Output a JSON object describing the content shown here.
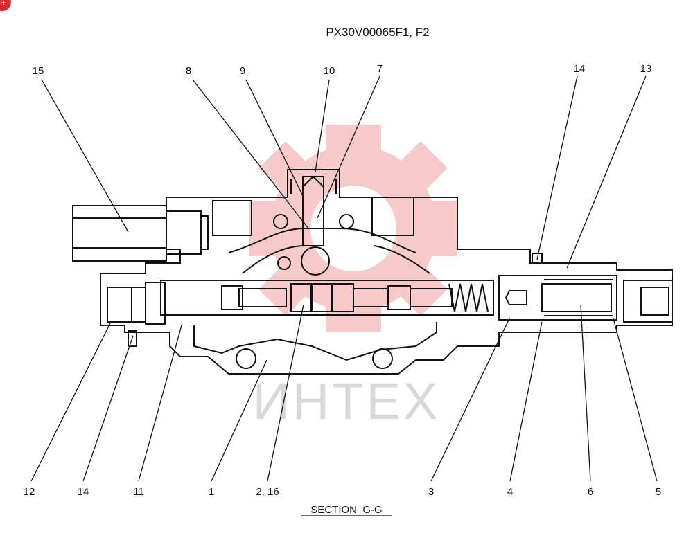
{
  "drawing": {
    "number": "PX30V00065F1, F2",
    "section_title": "SECTION  G-G",
    "watermark_text": "ИНТЕХ",
    "watermark_color": "#f4b9b9",
    "badge_color": "#e2232a",
    "badge_glyph": "+"
  },
  "callouts": [
    {
      "label": "15"
    },
    {
      "label": "8"
    },
    {
      "label": "9"
    },
    {
      "label": "10"
    },
    {
      "label": "7"
    },
    {
      "label": "14"
    },
    {
      "label": "13"
    },
    {
      "label": "12"
    },
    {
      "label": "14"
    },
    {
      "label": "11"
    },
    {
      "label": "1"
    },
    {
      "label": "2, 16"
    },
    {
      "label": "3"
    },
    {
      "label": "4"
    },
    {
      "label": "6"
    },
    {
      "label": "5"
    }
  ]
}
